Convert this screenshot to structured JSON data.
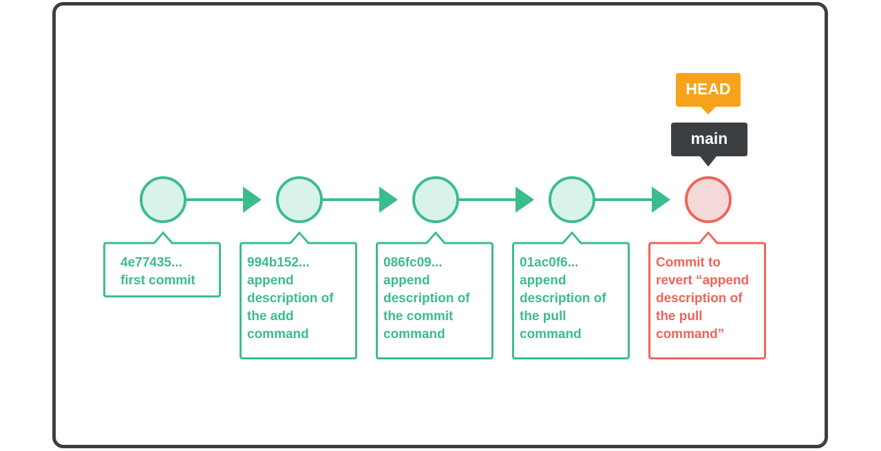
{
  "colors": {
    "frame": "#3b3f41",
    "commit_stroke": "#3bbc8c",
    "commit_fill": "#d9f3e8",
    "revert_stroke": "#f0635a",
    "revert_fill": "#f4d9d8",
    "head_tag": "#f7a21b",
    "main_tag": "#3b3f41"
  },
  "refs": {
    "head_label": "HEAD",
    "main_label": "main"
  },
  "commits": [
    {
      "lines": [
        "4e77435...",
        "first commit"
      ],
      "kind": "normal"
    },
    {
      "lines": [
        "994b152...",
        "append",
        "description of",
        "the add",
        "command"
      ],
      "kind": "normal"
    },
    {
      "lines": [
        "086fc09...",
        "append",
        "description of",
        "the commit",
        "command"
      ],
      "kind": "normal"
    },
    {
      "lines": [
        "01ac0f6...",
        "append",
        "description of",
        "the pull",
        "command"
      ],
      "kind": "normal"
    },
    {
      "lines": [
        "Commit to",
        "revert “append",
        "description of",
        "the pull",
        "command”"
      ],
      "kind": "revert"
    }
  ]
}
